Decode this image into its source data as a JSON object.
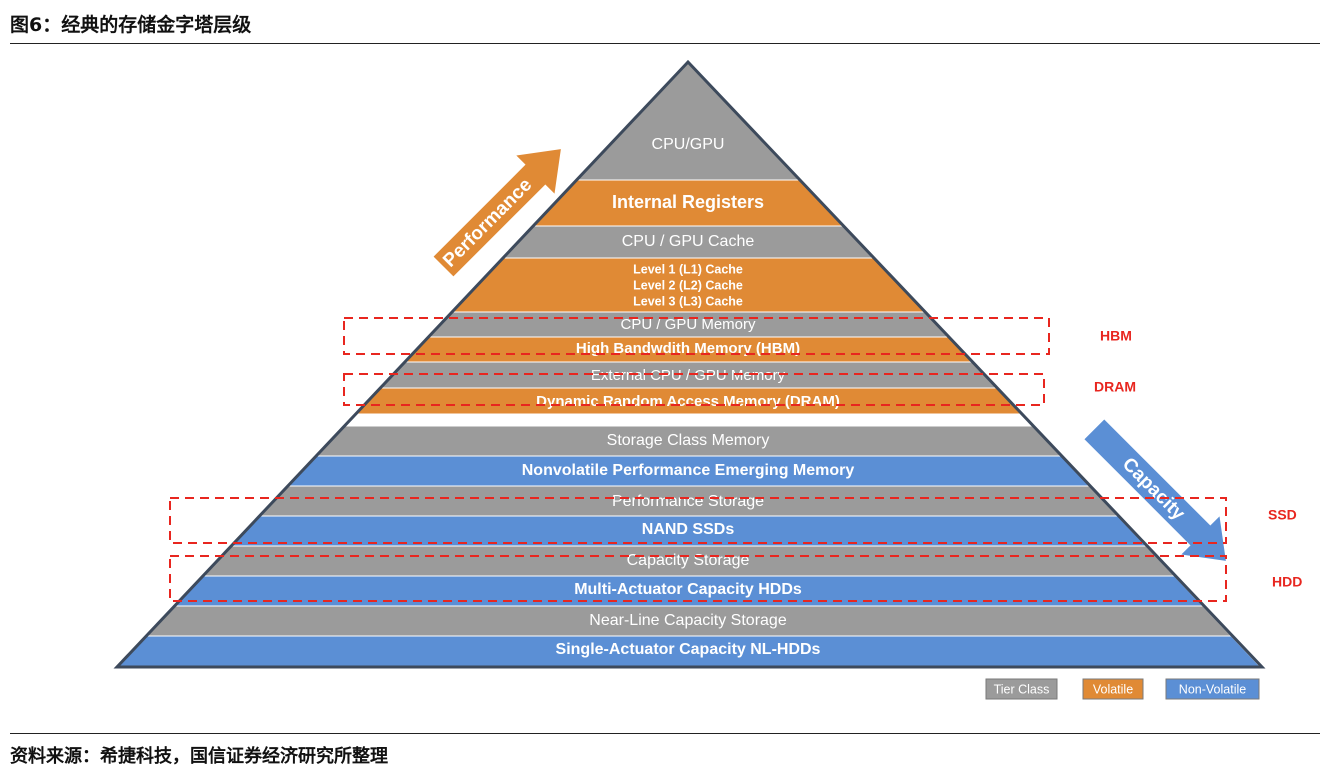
{
  "figure": {
    "title": "图6：经典的存储金字塔层级",
    "source": "资料来源：希捷科技，国信证券经济研究所整理"
  },
  "colors": {
    "gray": "#9b9b9b",
    "orange": "#e08a35",
    "blue": "#5b8fd5",
    "outline": "#3d4a5c",
    "highlight": "#e8261f"
  },
  "pyramid": {
    "tiers": [
      {
        "label": "CPU/GPU",
        "kind": "tier"
      },
      {
        "label": "Internal Registers",
        "kind": "volatile"
      },
      {
        "label": "CPU / GPU Cache",
        "kind": "tier"
      },
      {
        "label": "Level 1 (L1) Cache",
        "kind": "volatile",
        "extra_lines": [
          "Level 2 (L2) Cache",
          "Level 3 (L3) Cache"
        ]
      },
      {
        "label": "CPU / GPU Memory",
        "kind": "tier"
      },
      {
        "label": "High Bandwdith Memory (HBM)",
        "kind": "volatile"
      },
      {
        "label": "External CPU / GPU Memory",
        "kind": "tier"
      },
      {
        "label": "Dynamic Random Access Memory (DRAM)",
        "kind": "volatile"
      },
      {
        "label": "Storage Class Memory",
        "kind": "tier"
      },
      {
        "label": "Nonvolatile Performance Emerging Memory",
        "kind": "nonvolatile"
      },
      {
        "label": "Performance Storage",
        "kind": "tier"
      },
      {
        "label": "NAND SSDs",
        "kind": "nonvolatile"
      },
      {
        "label": "Capacity Storage",
        "kind": "tier"
      },
      {
        "label": "Multi-Actuator Capacity HDDs",
        "kind": "nonvolatile"
      },
      {
        "label": "Near-Line Capacity Storage",
        "kind": "tier"
      },
      {
        "label": "Single-Actuator Capacity NL-HDDs",
        "kind": "nonvolatile"
      }
    ]
  },
  "arrows": {
    "performance": "Performance",
    "capacity": "Capacity"
  },
  "highlights": [
    {
      "label": "HBM"
    },
    {
      "label": "DRAM"
    },
    {
      "label": "SSD"
    },
    {
      "label": "HDD"
    }
  ],
  "legend": [
    {
      "label": "Tier Class",
      "kind": "tier"
    },
    {
      "label": "Volatile",
      "kind": "volatile"
    },
    {
      "label": "Non-Volatile",
      "kind": "nonvolatile"
    }
  ]
}
